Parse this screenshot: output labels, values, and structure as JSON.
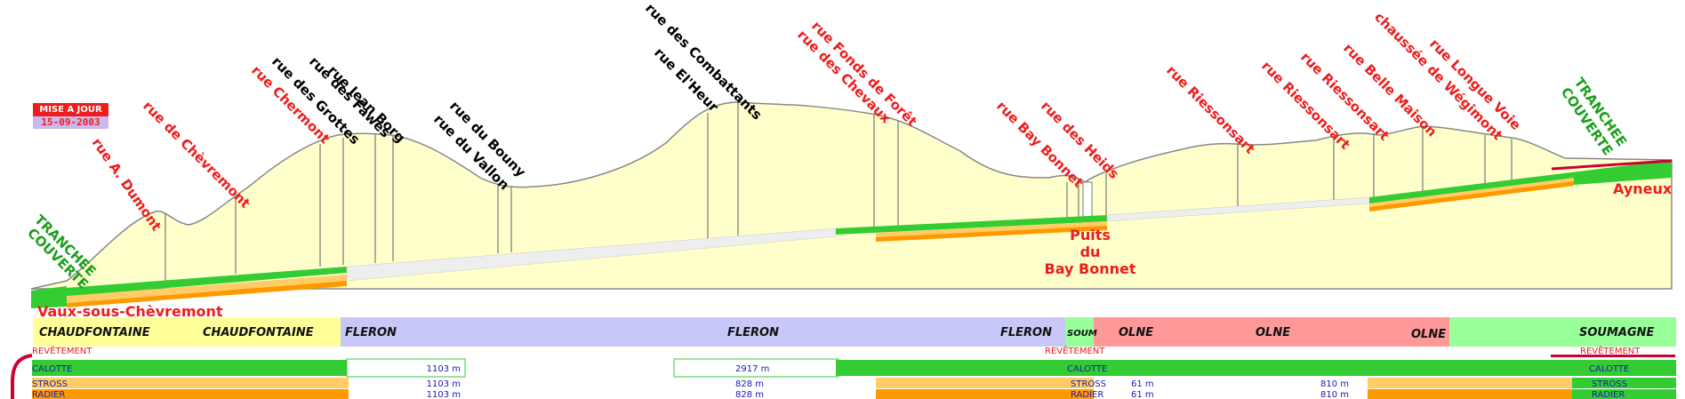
{
  "badge": {
    "title": "MISE A JOUR",
    "date": "15-09-2003"
  },
  "trench_left": [
    "TRANCHEE",
    "COUVERTE"
  ],
  "trench_right": [
    "TRANCHEE",
    "COUVERTE"
  ],
  "places": {
    "left": "Vaux-sous-Chèvremont",
    "right": "Ayneux",
    "shaft": [
      "Puits",
      "du",
      "Bay Bonnet"
    ]
  },
  "streets": [
    {
      "name": "rue A. Dumont",
      "color": "#ee1c1c"
    },
    {
      "name": "rue de Chèvremont",
      "color": "#ee1c1c"
    },
    {
      "name": "rue Chermont",
      "color": "#ee1c1c"
    },
    {
      "name": "rue des Grottes",
      "color": "#000000"
    },
    {
      "name": "rue des Fawes",
      "color": "#000000"
    },
    {
      "name": "rue Jean Borg",
      "color": "#000000"
    },
    {
      "name": "rue du Bouny",
      "color": "#000000"
    },
    {
      "name": "rue du Vallon",
      "color": "#000000"
    },
    {
      "name": "rue des Combattants",
      "color": "#000000"
    },
    {
      "name": "rue El'Heur",
      "color": "#000000"
    },
    {
      "name": "rue Fonds de Forêt",
      "color": "#ee1c1c"
    },
    {
      "name": "rue des Chevaux",
      "color": "#ee1c1c"
    },
    {
      "name": "rue Bay Bonnet",
      "color": "#ee1c1c"
    },
    {
      "name": "rue des Heids",
      "color": "#ee1c1c"
    },
    {
      "name": "rue Riessonsart",
      "color": "#ee1c1c"
    },
    {
      "name": "rue Riessonsart",
      "color": "#ee1c1c"
    },
    {
      "name": "rue Riessonsart",
      "color": "#ee1c1c"
    },
    {
      "name": "rue Belle Maison",
      "color": "#ee1c1c"
    },
    {
      "name": "chaussée de Wégimont",
      "color": "#ee1c1c"
    },
    {
      "name": "rue Longue Voie",
      "color": "#ee1c1c"
    }
  ],
  "communes": [
    {
      "label": "CHAUDFONTAINE",
      "color": "#ffff99"
    },
    {
      "label": "CHAUDFONTAINE",
      "color": "#ffff99"
    },
    {
      "label": "FLERON",
      "color": "#c8c8f8"
    },
    {
      "label": "FLERON",
      "color": "#c8c8f8"
    },
    {
      "label": "FLERON",
      "color": "#c8c8f8"
    },
    {
      "label": "SOUM",
      "color": "#99ff99"
    },
    {
      "label": "OLNE",
      "color": "#ff9999"
    },
    {
      "label": "OLNE",
      "color": "#ff9999"
    },
    {
      "label": "OLNE",
      "color": "#ff9999"
    },
    {
      "label": "SOUMAGNE",
      "color": "#99ff99"
    }
  ],
  "progress": {
    "revetement": "REVÊTEMENT",
    "calotte": "CALOTTE",
    "stross": "STROSS",
    "radier": "RADIER",
    "left": {
      "calotte": "1103 m",
      "stross": "1103 m",
      "radier": "1103 m"
    },
    "center": {
      "calotte": "2917 m",
      "stross": "828 m",
      "radier": "828 m"
    },
    "right_mid": {
      "stross": "61 m",
      "radier": "61 m"
    },
    "right": {
      "stross": "810 m",
      "radier": "810 m"
    }
  },
  "colors": {
    "terrain": "#ffffcc",
    "calotte": "#33cc33",
    "stross": "#ffcc66",
    "radier": "#ff9900",
    "revetement": "#cc0033",
    "unexcavated": "#eeeeee"
  }
}
